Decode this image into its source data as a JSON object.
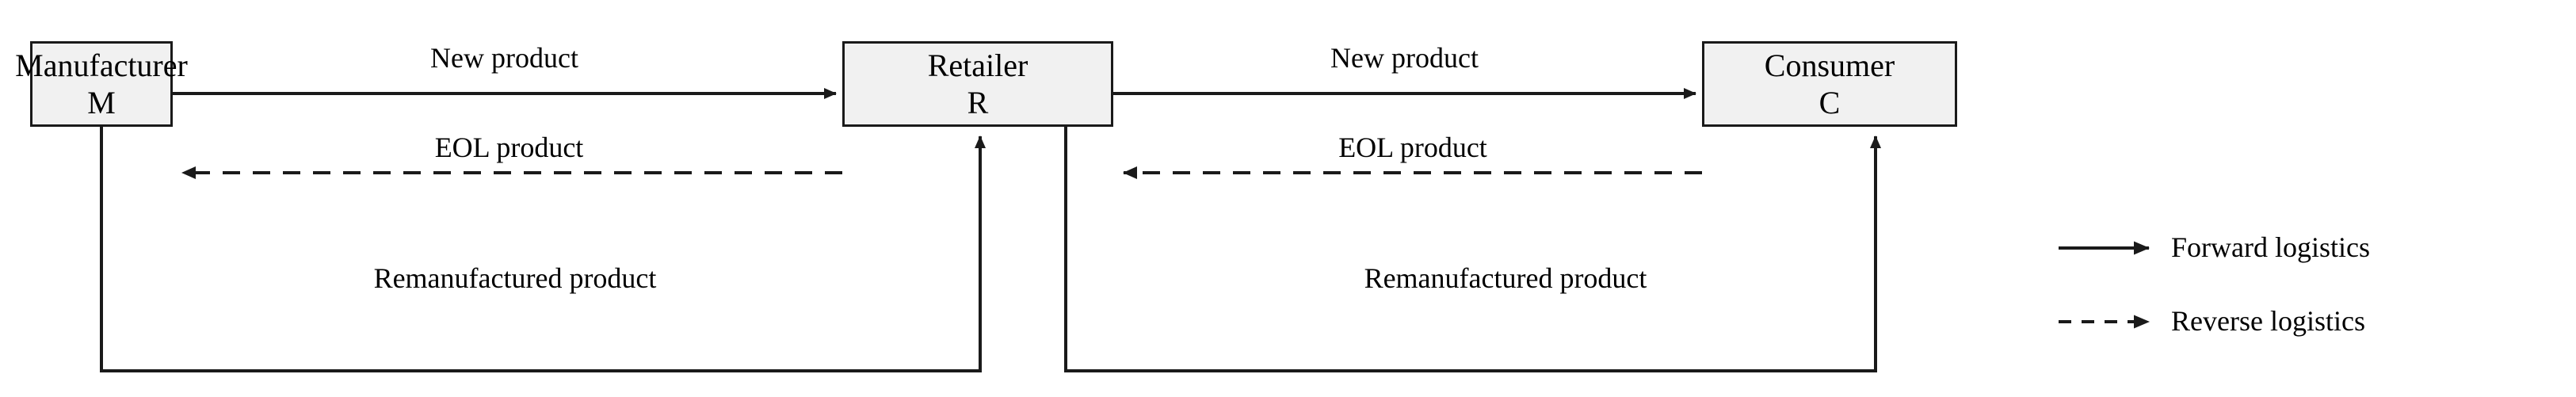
{
  "diagram": {
    "type": "closed-loop-supply-chain-flow",
    "nodes": [
      {
        "id": "M",
        "title": "Manufacturer",
        "symbol": "M"
      },
      {
        "id": "R",
        "title": "Retailer",
        "symbol": "R"
      },
      {
        "id": "C",
        "title": "Consumer",
        "symbol": "C"
      }
    ],
    "edges": [
      {
        "id": "m-r-new",
        "label": "New product",
        "from": "M",
        "to": "R",
        "style": "solid",
        "flow": "forward"
      },
      {
        "id": "r-c-new",
        "label": "New product",
        "from": "R",
        "to": "C",
        "style": "solid",
        "flow": "forward"
      },
      {
        "id": "r-m-eol",
        "label": "EOL product",
        "from": "R",
        "to": "M",
        "style": "dashed",
        "flow": "reverse"
      },
      {
        "id": "c-r-eol",
        "label": "EOL product",
        "from": "C",
        "to": "R",
        "style": "dashed",
        "flow": "reverse"
      },
      {
        "id": "m-r-reman",
        "label": "Remanufactured product",
        "from": "M",
        "to": "R",
        "style": "solid",
        "flow": "forward"
      },
      {
        "id": "r-c-reman",
        "label": "Remanufactured product",
        "from": "R",
        "to": "C",
        "style": "solid",
        "flow": "forward"
      }
    ],
    "legend": [
      {
        "id": "forward",
        "label": "Forward logistics",
        "style": "solid"
      },
      {
        "id": "reverse",
        "label": "Reverse logistics",
        "style": "dashed"
      }
    ],
    "colors": {
      "box_fill": "#f1f1f1",
      "stroke": "#1a1a1a",
      "text": "#000000",
      "background": "#ffffff"
    }
  }
}
